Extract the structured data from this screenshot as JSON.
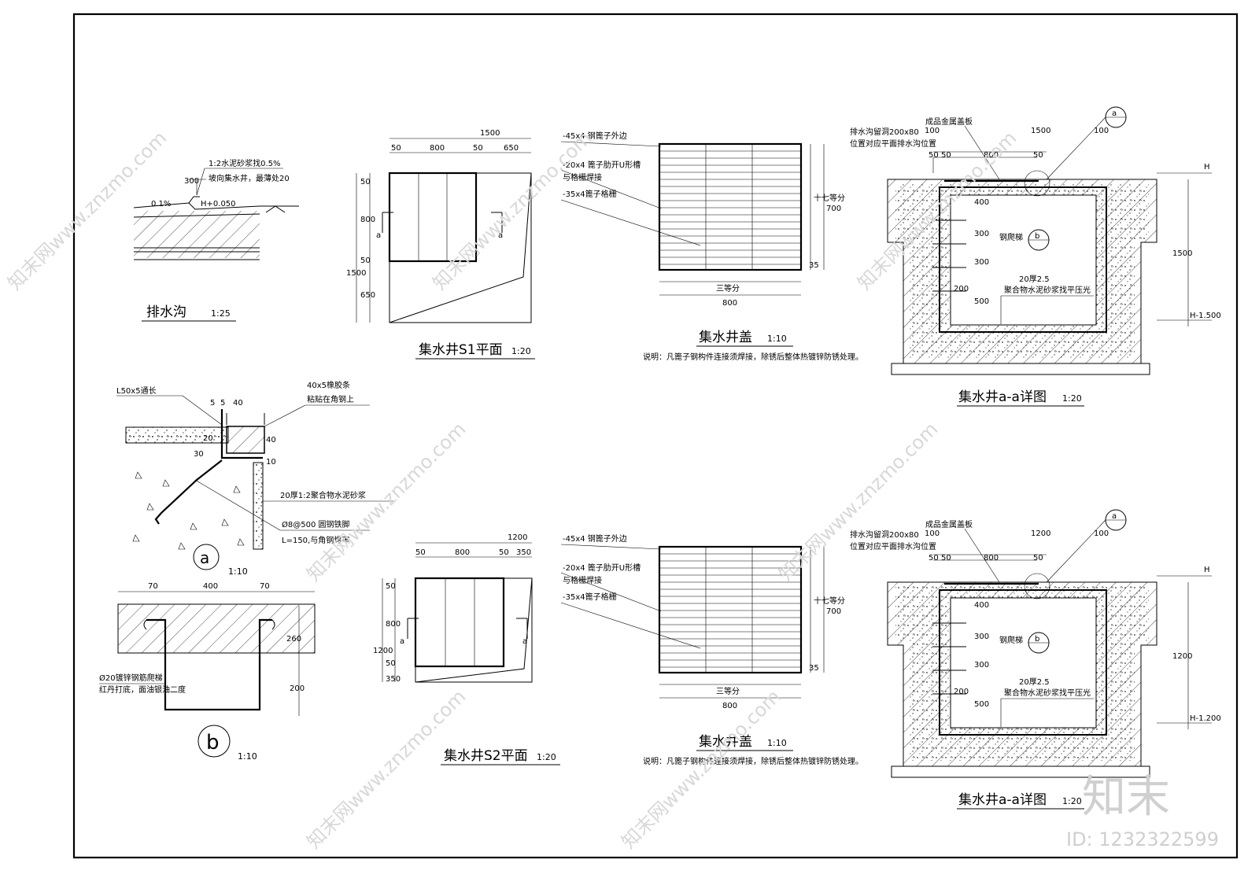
{
  "drain": {
    "title": "排水沟",
    "scale": "1:25",
    "note1": "1:2水泥砂浆找0.5%",
    "note2": "坡向集水井，最薄处20",
    "dim_300": "300",
    "slope": "0.1%",
    "level": "H+0.050"
  },
  "s1plan": {
    "title": "集水井S1平面",
    "scale": "1:20",
    "d_total": "1500",
    "d_50a": "50",
    "d_800": "800",
    "d_50b": "50",
    "d_650": "650",
    "v_50": "50",
    "v_800": "800",
    "v_50b": "50",
    "v_650": "650",
    "v_1500": "1500",
    "sec_a": "a"
  },
  "s2plan": {
    "title": "集水井S2平面",
    "scale": "1:20",
    "d_total": "1200",
    "d_50a": "50",
    "d_800": "800",
    "d_50b": "50",
    "d_350": "350",
    "v_50": "50",
    "v_800": "800",
    "v_50b": "50",
    "v_350": "350",
    "v_1200": "1200",
    "sec_a": "a"
  },
  "cover": {
    "title": "集水井盖",
    "scale": "1:10",
    "l1": "-45x4 钢篦子外边",
    "l2": "-20x4 篦子肋开U形槽",
    "l2b": "与格栅焊接",
    "l3": "-35x4篦子格栅",
    "div3": "三等分",
    "div17": "十七等分",
    "d_800": "800",
    "d_700": "700",
    "d_35": "35",
    "note": "说明：凡篦子钢构件连接须焊接，除锈后整体热镀锌防锈处理。"
  },
  "section1": {
    "title": "集水井a-a详图",
    "scale": "1:20",
    "lid": "成品金属盖板",
    "hole1": "排水沟留洞200x80",
    "hole2": "位置对应平面排水沟位置",
    "d_100a": "100",
    "d_1500": "1500",
    "d_100b": "100",
    "d_50a": "50",
    "d_50b": "50",
    "d_800": "800",
    "d_50c": "50",
    "v_400": "400",
    "v_300a": "300",
    "v_300b": "300",
    "v_200": "200",
    "v_500": "500",
    "ladder": "钢爬梯",
    "mortar1": "20厚2.5",
    "mortar2": "聚合物水泥砂浆找平压光",
    "H": "H",
    "H_total": "1500",
    "H_bottom": "H-1.500",
    "circ_a": "a",
    "circ_b": "b"
  },
  "section2": {
    "title": "集水井a-a详图",
    "scale": "1:20",
    "lid": "成品金属盖板",
    "hole1": "排水沟留洞200x80",
    "hole2": "位置对应平面排水沟位置",
    "d_100a": "100",
    "d_1200": "1200",
    "d_100b": "100",
    "d_50a": "50",
    "d_50b": "50",
    "d_800": "800",
    "d_50c": "50",
    "v_400": "400",
    "v_300a": "300",
    "v_300b": "300",
    "v_200": "200",
    "v_500": "500",
    "ladder": "钢爬梯",
    "mortar1": "20厚2.5",
    "mortar2": "聚合物水泥砂浆找平压光",
    "H": "H",
    "H_total": "1200",
    "H_bottom": "H-1.200",
    "circ_a": "a",
    "circ_b": "b"
  },
  "detailA": {
    "circle": "a",
    "scale": "1:10",
    "angle": "L50x5通长",
    "rubber1": "40x5橡胶条",
    "rubber2": "粘贴在角钢上",
    "d_5": "5",
    "d_5b": "5",
    "d_40": "40",
    "d_40v": "40",
    "d_20": "20",
    "d_30": "30",
    "d_10": "10",
    "mortar": "20厚1:2聚合物水泥砂浆",
    "rod1": "Ø8@500 圆钢铁脚",
    "rod2": "L=150,与角钢焊牢"
  },
  "detailB": {
    "circle": "b",
    "scale": "1:10",
    "d_70a": "70",
    "d_400": "400",
    "d_70b": "70",
    "d_260": "260",
    "d_200": "200",
    "note1": "Ø20镀锌钢筋爬梯",
    "note2": "红丹打底，面油银油二度"
  },
  "watermark": {
    "site": "知末网www.znzmo.com",
    "brand": "知末",
    "id": "ID: 1232322599"
  }
}
